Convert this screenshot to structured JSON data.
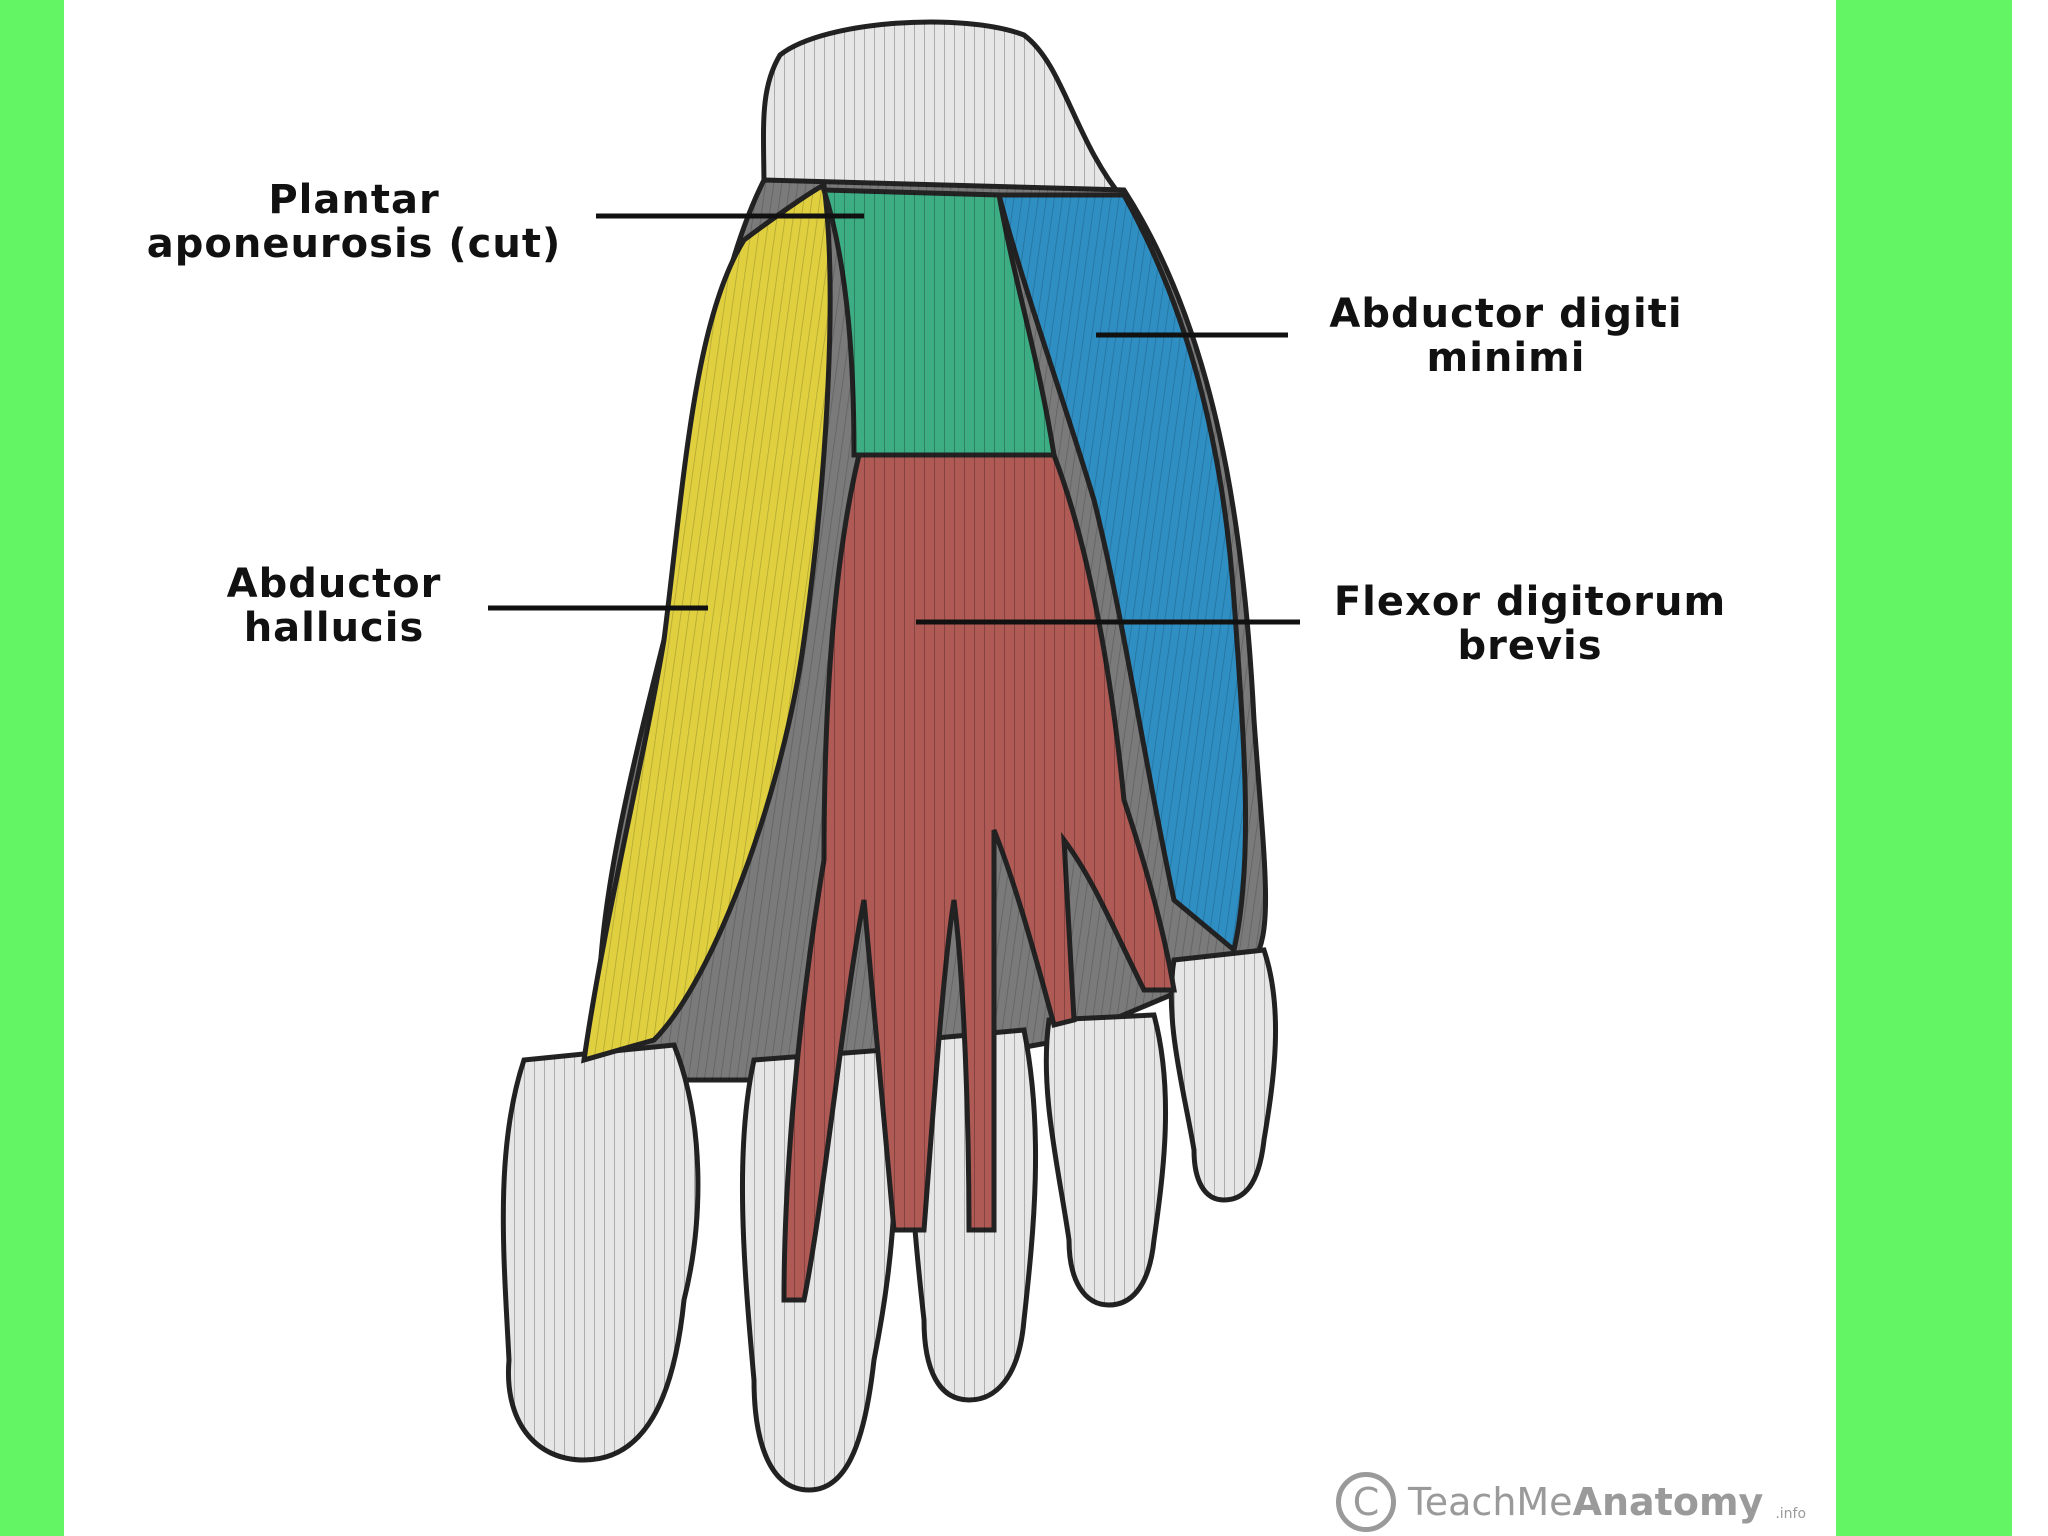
{
  "labels": {
    "plantar_line1": "Plantar",
    "plantar_line2": "aponeurosis (cut)",
    "abd_dm_line1": "Abductor digiti",
    "abd_dm_line2": "minimi",
    "abd_h_line1": "Abductor",
    "abd_h_line2": "hallucis",
    "fdb_line1": "Flexor digitorum",
    "fdb_line2": "brevis"
  },
  "watermark": {
    "symbol": "C",
    "prefix": "TeachMe",
    "brand": "Anatomy",
    "suffix": ".info"
  },
  "colors": {
    "border_green": "#63f563",
    "plantar_aponeurosis": "#3dae84",
    "abductor_digiti_minimi": "#2f8fc3",
    "abductor_hallucis": "#e0d040",
    "flexor_digitorum_brevis": "#b05a55",
    "bone": "#e6e6e6"
  }
}
